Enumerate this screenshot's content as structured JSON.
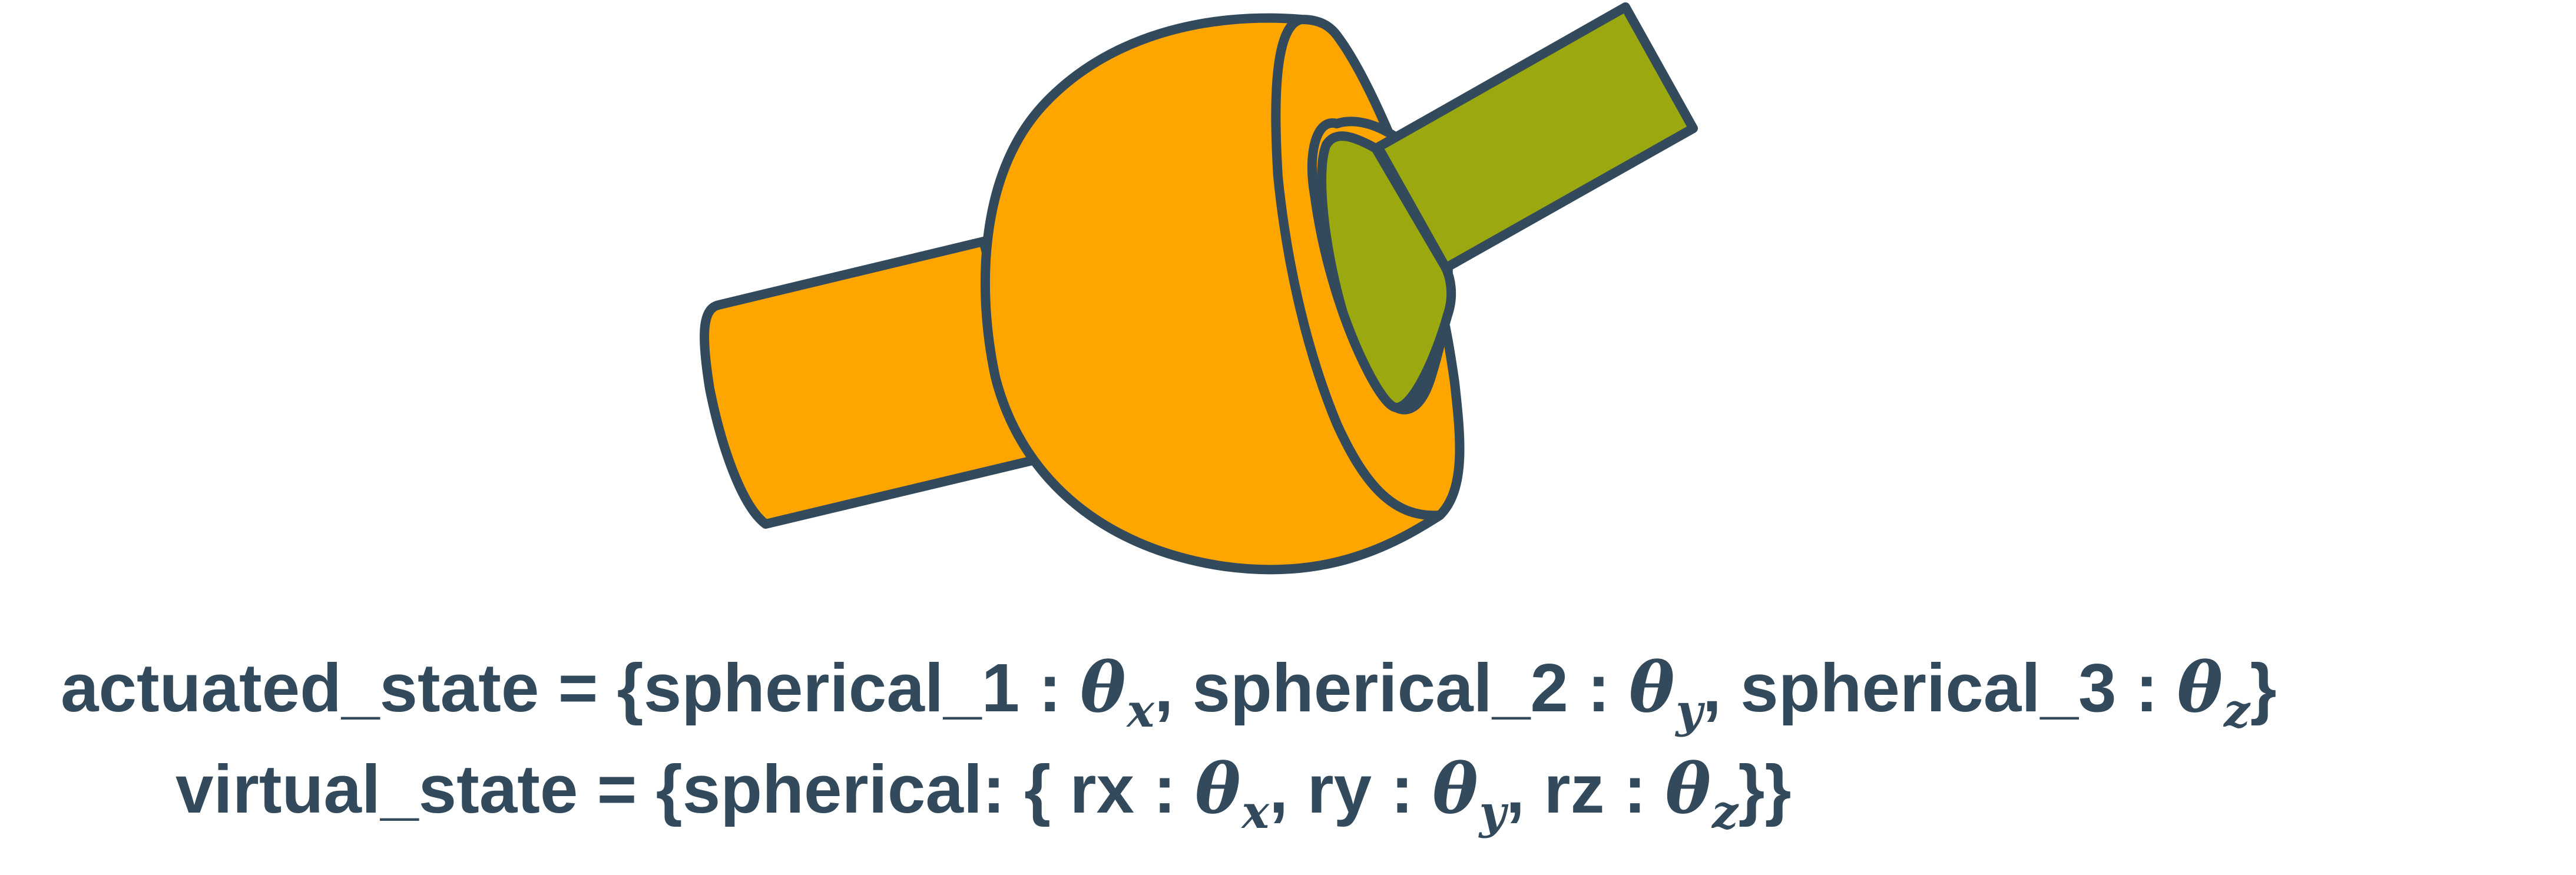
{
  "colors": {
    "outline": "#324a5c",
    "body_orange": "#ffa500",
    "shaft_olive": "#9ca80f",
    "text": "#324a5c",
    "background": "#ffffff"
  },
  "figure": {
    "kind": "spherical-joint-illustration",
    "parts": [
      "input-shaft",
      "ball-socket",
      "output-shaft"
    ]
  },
  "formulas": {
    "actuated": {
      "lhs": "actuated_state = {",
      "key1": "spherical_1 : ",
      "theta1": "θ",
      "sub1": "x",
      "sep1": ", spherical_2 : ",
      "theta2": "θ",
      "sub2": "y",
      "sep2": ", spherical_3 : ",
      "theta3": "θ",
      "sub3": "z",
      "close": "}"
    },
    "virtual": {
      "lhs": "virtual_state = {spherical: { rx : ",
      "theta1": "θ",
      "sub1": "x",
      "sep1": ", ry : ",
      "theta2": "θ",
      "sub2": "y",
      "sep2": ", rz : ",
      "theta3": "θ",
      "sub3": "z",
      "close": "}}"
    }
  }
}
